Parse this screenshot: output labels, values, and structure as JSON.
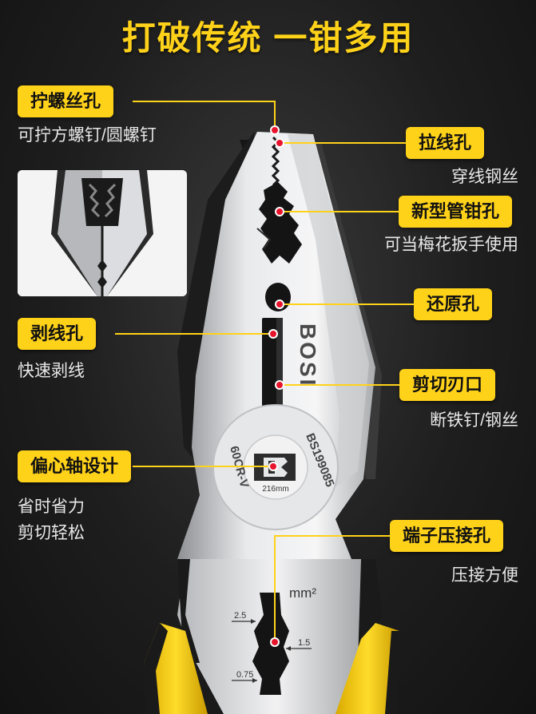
{
  "headline": "打破传统 一钳多用",
  "brand": "BOSI",
  "markings": {
    "model": "BS199085",
    "steel": "60CR-V",
    "size": "216mm",
    "unit": "mm²",
    "gauge_large": "2.5",
    "gauge_mid": "1.5",
    "gauge_small": "0.75"
  },
  "features": {
    "screw": {
      "tag": "拧螺丝孔",
      "desc": "可拧方螺钉/圆螺钉"
    },
    "pull_wire": {
      "tag": "拉线孔",
      "desc": "穿线钢丝"
    },
    "pipe": {
      "tag": "新型管钳孔",
      "desc": "可当梅花扳手使用"
    },
    "restore": {
      "tag": "还原孔"
    },
    "strip": {
      "tag": "剥线孔",
      "desc": "快速剥线"
    },
    "cutter": {
      "tag": "剪切刃口",
      "desc": "断铁钉/钢丝"
    },
    "eccentric": {
      "tag": "偏心轴设计",
      "desc_1": "省时省力",
      "desc_2": "剪切轻松"
    },
    "crimp": {
      "tag": "端子压接孔",
      "desc": "压接方便"
    }
  },
  "colors": {
    "accent": "#ffd21a",
    "marker": "#e8142b",
    "handle_yellow": "#f5cf1a",
    "handle_black": "#1a1a1a",
    "steel": "#d9dadc"
  }
}
